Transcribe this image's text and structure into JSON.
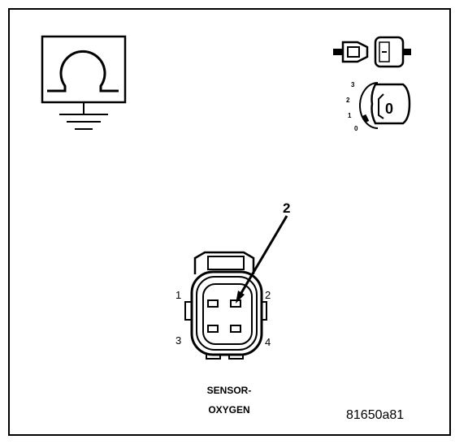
{
  "icons": {
    "ohmmeter": "ohmmeter-ground-icon",
    "disconnect": "disconnect-connector-icon",
    "ignition": "ignition-key-icon"
  },
  "ignition": {
    "positions": [
      "3",
      "2",
      "1",
      "0"
    ],
    "key_label": "0"
  },
  "connector": {
    "pins": [
      "1",
      "2",
      "3",
      "4"
    ],
    "callout": "2",
    "label_line1": "SENSOR-",
    "label_line2": "OXYGEN"
  },
  "figure_id": "81650a81"
}
